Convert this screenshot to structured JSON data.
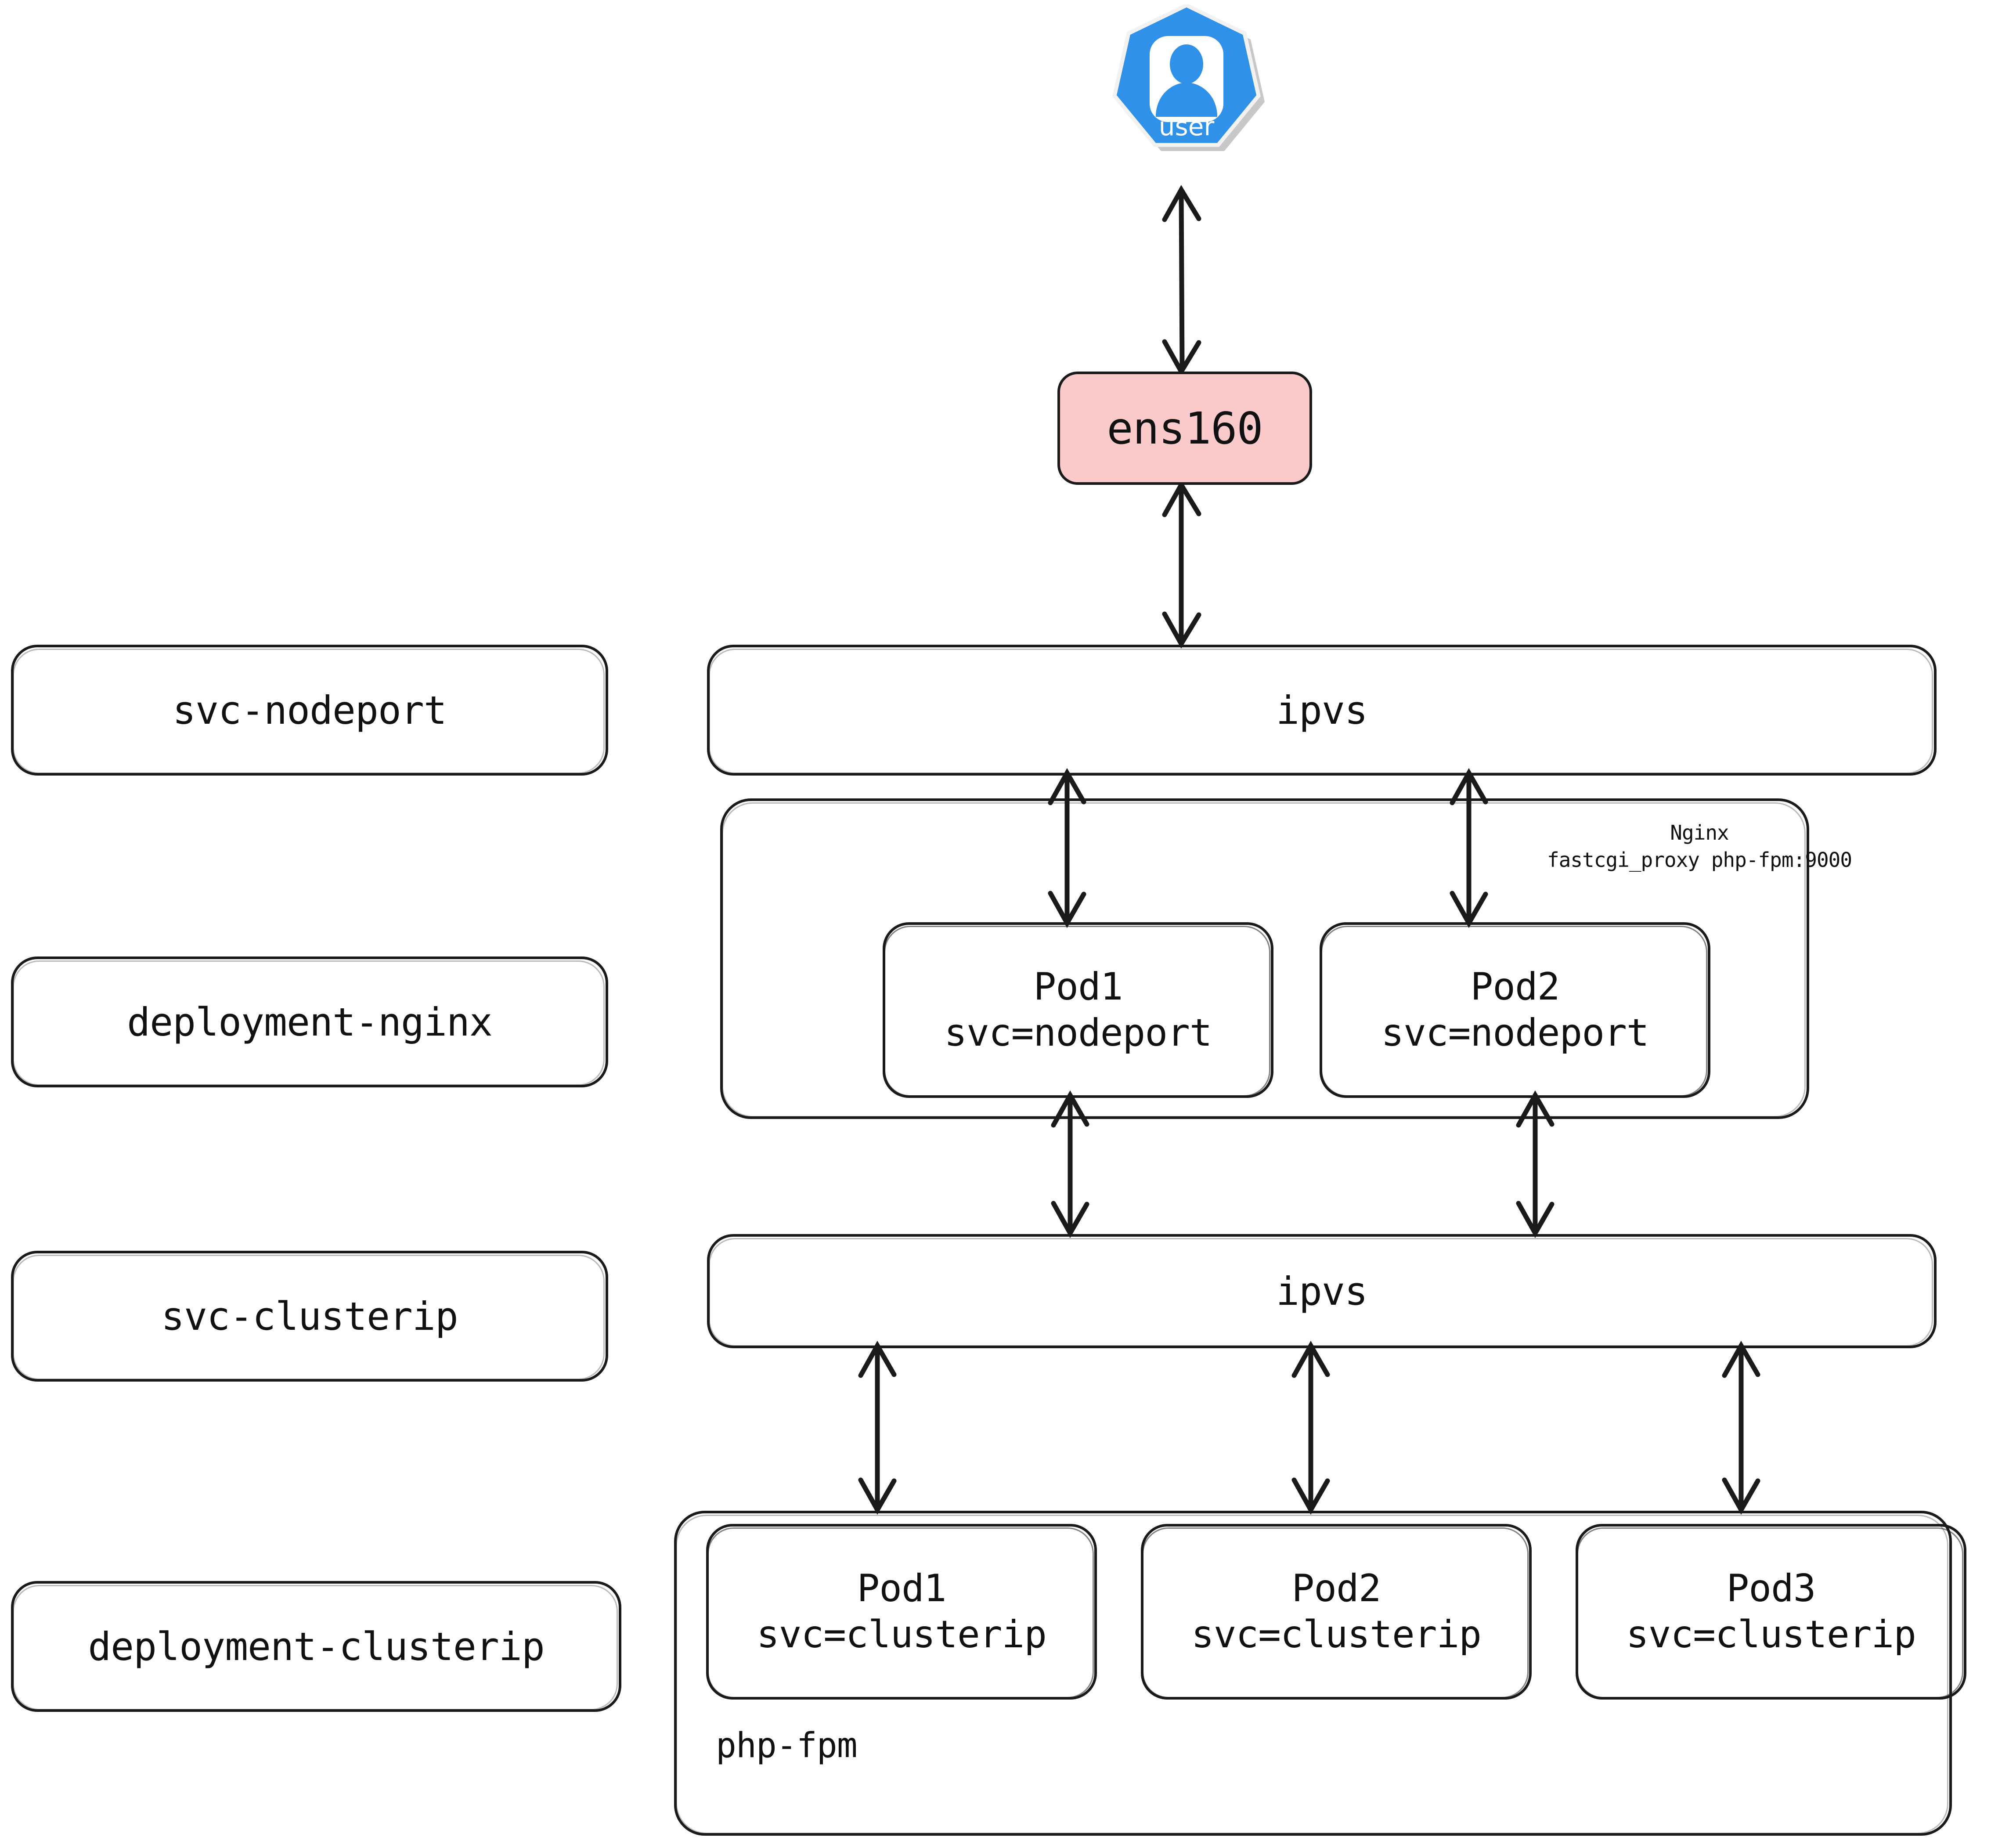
{
  "diagram": {
    "title": "kubernetes nodeport to clusterip traffic flow",
    "colors": {
      "stroke": "#1a1a1a",
      "nic_fill": "#fbcbcb",
      "user_blue": "#3091E8",
      "background": "#ffffff"
    }
  },
  "actor": {
    "icon": "user-icon",
    "label": "user"
  },
  "nic": {
    "label": "ens160"
  },
  "left_labels": [
    {
      "id": "svc-nodeport",
      "label": "svc-nodeport"
    },
    {
      "id": "deployment-nginx",
      "label": "deployment-nginx"
    },
    {
      "id": "svc-clusterip",
      "label": "svc-clusterip"
    },
    {
      "id": "deployment-clusterip",
      "label": "deployment-clusterip"
    }
  ],
  "services": {
    "nodeport_ipvs": {
      "label": "ipvs"
    },
    "clusterip_ipvs": {
      "label": "ipvs"
    }
  },
  "nginx_deployment": {
    "annotation_line1": "Nginx",
    "annotation_line2": "fastcgi_proxy php-fpm:9000",
    "pods": [
      {
        "name": "Pod1",
        "selector": "svc=nodeport"
      },
      {
        "name": "Pod2",
        "selector": "svc=nodeport"
      }
    ]
  },
  "phpfpm_deployment": {
    "title": "php-fpm",
    "pods": [
      {
        "name": "Pod1",
        "selector": "svc=clusterip"
      },
      {
        "name": "Pod2",
        "selector": "svc=clusterip"
      },
      {
        "name": "Pod3",
        "selector": "svc=clusterip"
      }
    ]
  }
}
